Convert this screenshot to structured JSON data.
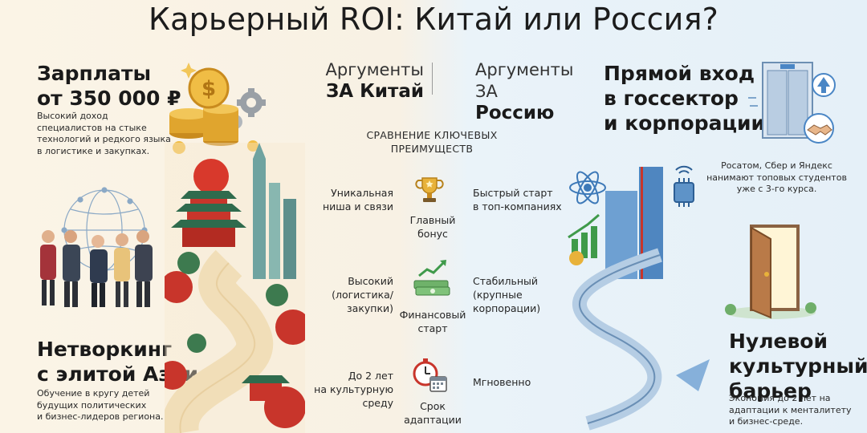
{
  "title": "Карьерный ROI: Китай или Россия?",
  "left": {
    "salary": {
      "heading_line1": "Зарплаты",
      "heading_line2": "от 350 000 ₽",
      "desc": [
        "Высокий доход",
        "специалистов на стыке",
        "технологий и редкого языка",
        "в логистике и закупках."
      ]
    },
    "networking": {
      "heading_line1": "Нетворкинг",
      "heading_line2": "с элитой Азии",
      "desc": [
        "Обучение в кругу детей",
        "будущих политических",
        "и бизнес-лидеров региона."
      ]
    }
  },
  "center": {
    "china_head_line1": "Аргументы",
    "china_head_line2": "ЗА Китай",
    "russia_head_line1": "Аргументы ЗА",
    "russia_head_line2": "Россию",
    "compare_line1": "СРАВНЕНИЕ КЛЮЧЕВЫХ",
    "compare_line2": "ПРЕИМУЩЕСТВ",
    "rows": [
      {
        "left": [
          "Уникальная",
          "ниша и связи"
        ],
        "middle": [
          "Главный",
          "бонус"
        ],
        "right": [
          "Быстрый старт",
          "в топ-компаниях"
        ],
        "icon": "trophy-icon"
      },
      {
        "left": [
          "Высокий",
          "(логистика/",
          "закупки)"
        ],
        "middle": [
          "Финансовый",
          "старт"
        ],
        "right": [
          "Стабильный",
          "(крупные",
          "корпорации)"
        ],
        "icon": "money-growth-icon"
      },
      {
        "left": [
          "До 2 лет",
          "на культурную",
          "среду"
        ],
        "middle": [
          "Срок",
          "адаптации"
        ],
        "right": [
          "Мгновенно"
        ],
        "icon": "stopwatch-calendar-icon"
      }
    ]
  },
  "right": {
    "direct": {
      "heading_line1": "Прямой вход",
      "heading_line2": "в госсектор",
      "heading_line3": "и корпорации",
      "desc": [
        "Росатом, Сбер и Яндекс",
        "нанимают топовых студентов",
        "уже с 3-го курса."
      ]
    },
    "zero": {
      "heading_line1": "Нулевой",
      "heading_line2": "культурный",
      "heading_line3": "барьер",
      "desc": [
        "Экономия до 2 лет на",
        "адаптации к менталитету",
        "и бизнес-среде."
      ]
    }
  },
  "colors": {
    "china_red": "#c8352b",
    "gold": "#e8b23a",
    "russia_blue": "#4a86c5",
    "green": "#3f9a4a"
  }
}
